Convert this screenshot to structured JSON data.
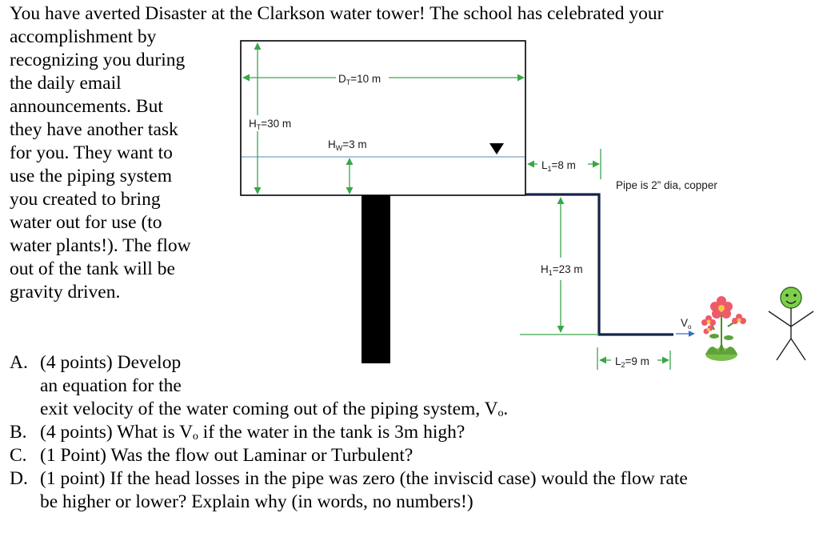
{
  "intro": {
    "line1": "You have averted Disaster at the Clarkson water tower! The school has celebrated your",
    "lines": [
      "accomplishment by",
      "recognizing you during",
      "the daily email",
      "announcements. But",
      "they have another task",
      "for you. They want to",
      "use the piping system",
      "you created to bring",
      "water out for use (to",
      "water plants!). The flow",
      "out of the tank will be",
      "gravity driven."
    ]
  },
  "questions": [
    {
      "label": "A.",
      "lines": [
        "(4 points) Develop",
        "an equation for the"
      ]
    },
    {
      "label": "",
      "lines": [
        "exit velocity of the water coming out of the piping system, Vₒ."
      ]
    },
    {
      "label": "B.",
      "lines": [
        "(4 points) What is Vₒ if the water in the tank is 3m high?"
      ]
    },
    {
      "label": "C.",
      "lines": [
        "(1 Point) Was the flow out Laminar or Turbulent?"
      ]
    },
    {
      "label": "D.",
      "lines": [
        "(1 point) If the head losses in the pipe was zero (the inviscid case) would the flow rate",
        "be higher or lower? Explain why (in words, no numbers!)"
      ]
    }
  ],
  "diagram": {
    "dt_label": "D",
    "dt_sub": "T",
    "dt_value": "=10 m",
    "ht_label": "H",
    "ht_sub": "T",
    "ht_value": "=30 m",
    "hw_label": "H",
    "hw_sub": "W",
    "hw_value": "=3 m",
    "l1_label": "L",
    "l1_sub": "1",
    "l1_value": "=8 m",
    "h1_label": "H",
    "h1_sub": "1",
    "h1_value": "=23 m",
    "l2_label": "L",
    "l2_sub": "2",
    "l2_value": "=9 m",
    "vo_label": "V",
    "vo_sub": "o",
    "pipe_note": "Pipe is 2” dia, copper",
    "dim_color": "#3aa64a",
    "water_line_color": "#8fb3cf",
    "pipe_color": "#14234a",
    "flow_arrow_color": "#2f6fc4"
  }
}
